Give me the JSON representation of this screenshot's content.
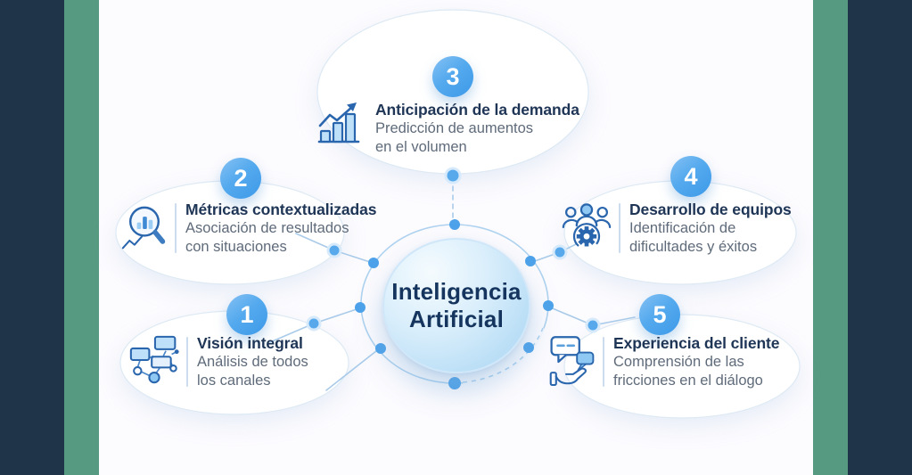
{
  "center": {
    "line1": "Inteligencia",
    "line2": "Artificial"
  },
  "items": [
    {
      "number": "1",
      "title": "Visión integral",
      "subtitle1": "Análisis de todos",
      "subtitle2": "los canales",
      "icon": "network-diagram-icon"
    },
    {
      "number": "2",
      "title": "Métricas contextualizadas",
      "subtitle1": "Asociación de resultados",
      "subtitle2": "con situaciones",
      "icon": "magnifier-bar-chart-icon"
    },
    {
      "number": "3",
      "title": "Anticipación de la demanda",
      "subtitle1": "Predicción de aumentos",
      "subtitle2": "en el volumen",
      "icon": "growth-chart-arrow-icon"
    },
    {
      "number": "4",
      "title": "Desarrollo de equipos",
      "subtitle1": "Identificación de",
      "subtitle2": "dificultades y éxitos",
      "icon": "team-gear-icon"
    },
    {
      "number": "5",
      "title": "Experiencia del cliente",
      "subtitle1": "Comprensión de las",
      "subtitle2": "fricciones en el diálogo",
      "icon": "chat-bubbles-hand-icon"
    }
  ],
  "colors": {
    "frame_navy": "#203449",
    "frame_green": "#569a82",
    "badge_blue": "#3d99e8",
    "icon_stroke_blue": "#2a66ad",
    "icon_fill_light": "#bfe0f9",
    "title_text": "#1e3556",
    "subtitle_text": "#5f6b7a",
    "center_fill": "#a6d4f3",
    "center_text": "#16355e",
    "connector_line": "#a9cbe9",
    "connector_dot": "#4da2ea",
    "background": "#fcfbfe"
  }
}
